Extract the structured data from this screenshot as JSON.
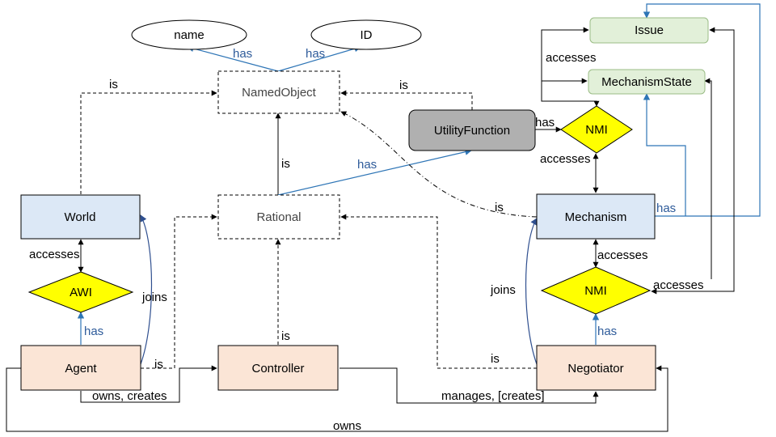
{
  "nodes": {
    "name": "name",
    "id": "ID",
    "named_object": "NamedObject",
    "rational": "Rational",
    "utility_function": "UtilityFunction",
    "nmi_top": "NMI",
    "nmi_bottom": "NMI",
    "issue": "Issue",
    "mechanism_state": "MechanismState",
    "world": "World",
    "awi": "AWI",
    "agent": "Agent",
    "controller": "Controller",
    "negotiator": "Negotiator",
    "mechanism": "Mechanism"
  },
  "edges": {
    "has_name": "has",
    "has_id": "has",
    "world_is": "is",
    "uf_is": "is",
    "rational_is": "is",
    "rational_has": "has",
    "mechanism_is": "is",
    "uf_has": "has",
    "issue_accesses": "accesses",
    "nmi_accesses": "accesses",
    "mechanism_has": "has",
    "world_accesses": "accesses",
    "agent_joins": "joins",
    "awi_has": "has",
    "agent_is": "is",
    "controller_is": "is",
    "negotiator_is": "is",
    "negotiator_joins": "joins",
    "mech_nmi_accesses": "accesses",
    "nmi_right_accesses": "accesses",
    "nmi_has": "has",
    "owns_creates": "owns, creates",
    "manages_creates": "manages, [creates]",
    "owns": "owns"
  },
  "colors": {
    "blue_box": "#dce8f6",
    "peach_box": "#fbe5d6",
    "green_box": "#e2f0d9",
    "gray_box": "#b0b0b0",
    "yellow": "#ffff00",
    "blue_line": "#2e75b6",
    "navy_line": "#2f4f8f"
  }
}
